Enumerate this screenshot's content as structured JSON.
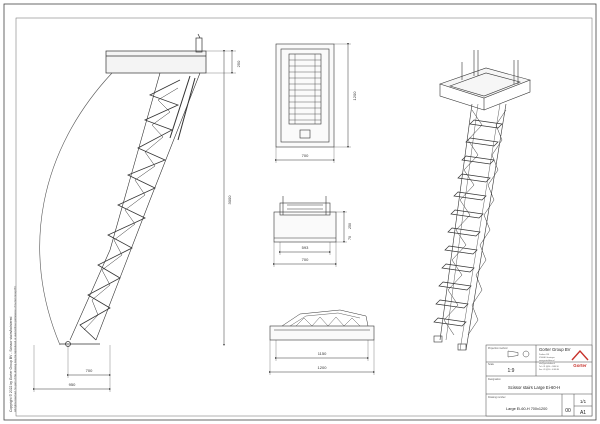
{
  "dims": {
    "side_height": "3000",
    "side_top": "250",
    "side_run_lower": "700",
    "side_run_total": "950",
    "plan_width": "700",
    "plan_length": "1200",
    "front_depth": "250",
    "front_inner": "70",
    "front_opening": "593",
    "front_width": "700",
    "section_inner": "1150",
    "section_width": "1200"
  },
  "copyright": "Copyright © 2022 by Gorter Group BV - Scissor stairs/bolstered",
  "copyright_sub": "All rights reserved. No part of this drawing may be reproduced or used without permission of Gorter Group BV.",
  "title_block": {
    "projection_label": "Projection method",
    "scale_label": "Scale",
    "scale": "1:9",
    "company": "Gorter Group BV",
    "address_lines": [
      "Postbus 158",
      "9700 AD Groningen",
      "www.gorterluiken.nl",
      "info@gorterluiken.nl",
      "Tel. +31 (0)50 - 4 080 90",
      "Fax +31 (0)50 - 4 080 80"
    ],
    "logo_text": "Gorter",
    "designation_label": "Designation",
    "designation": "Scissor stairs Large Ei-60-H",
    "drawing_number_label": "Drawing number",
    "drawing_number": "Large Ei-60-H 700x1200",
    "revision": "00",
    "sheet": "1/1",
    "format": "A1"
  }
}
